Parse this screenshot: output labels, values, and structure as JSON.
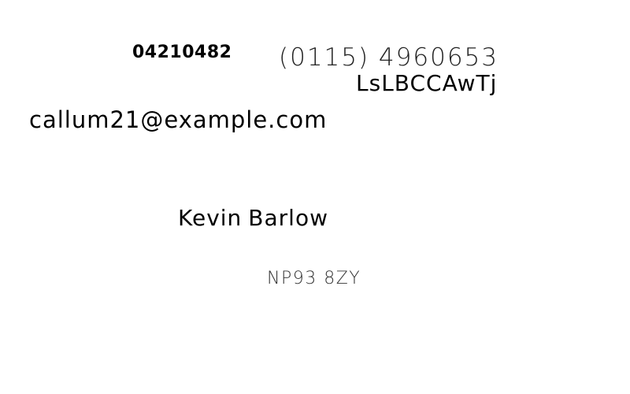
{
  "fields": {
    "id_number": "04210482",
    "phone": "(0115) 4960653",
    "code": "LsLBCCAwTj",
    "email": "callum21@example.com",
    "name_first": "Kevin",
    "name_last": "Barlow",
    "postcode": "NP93 8ZY"
  }
}
